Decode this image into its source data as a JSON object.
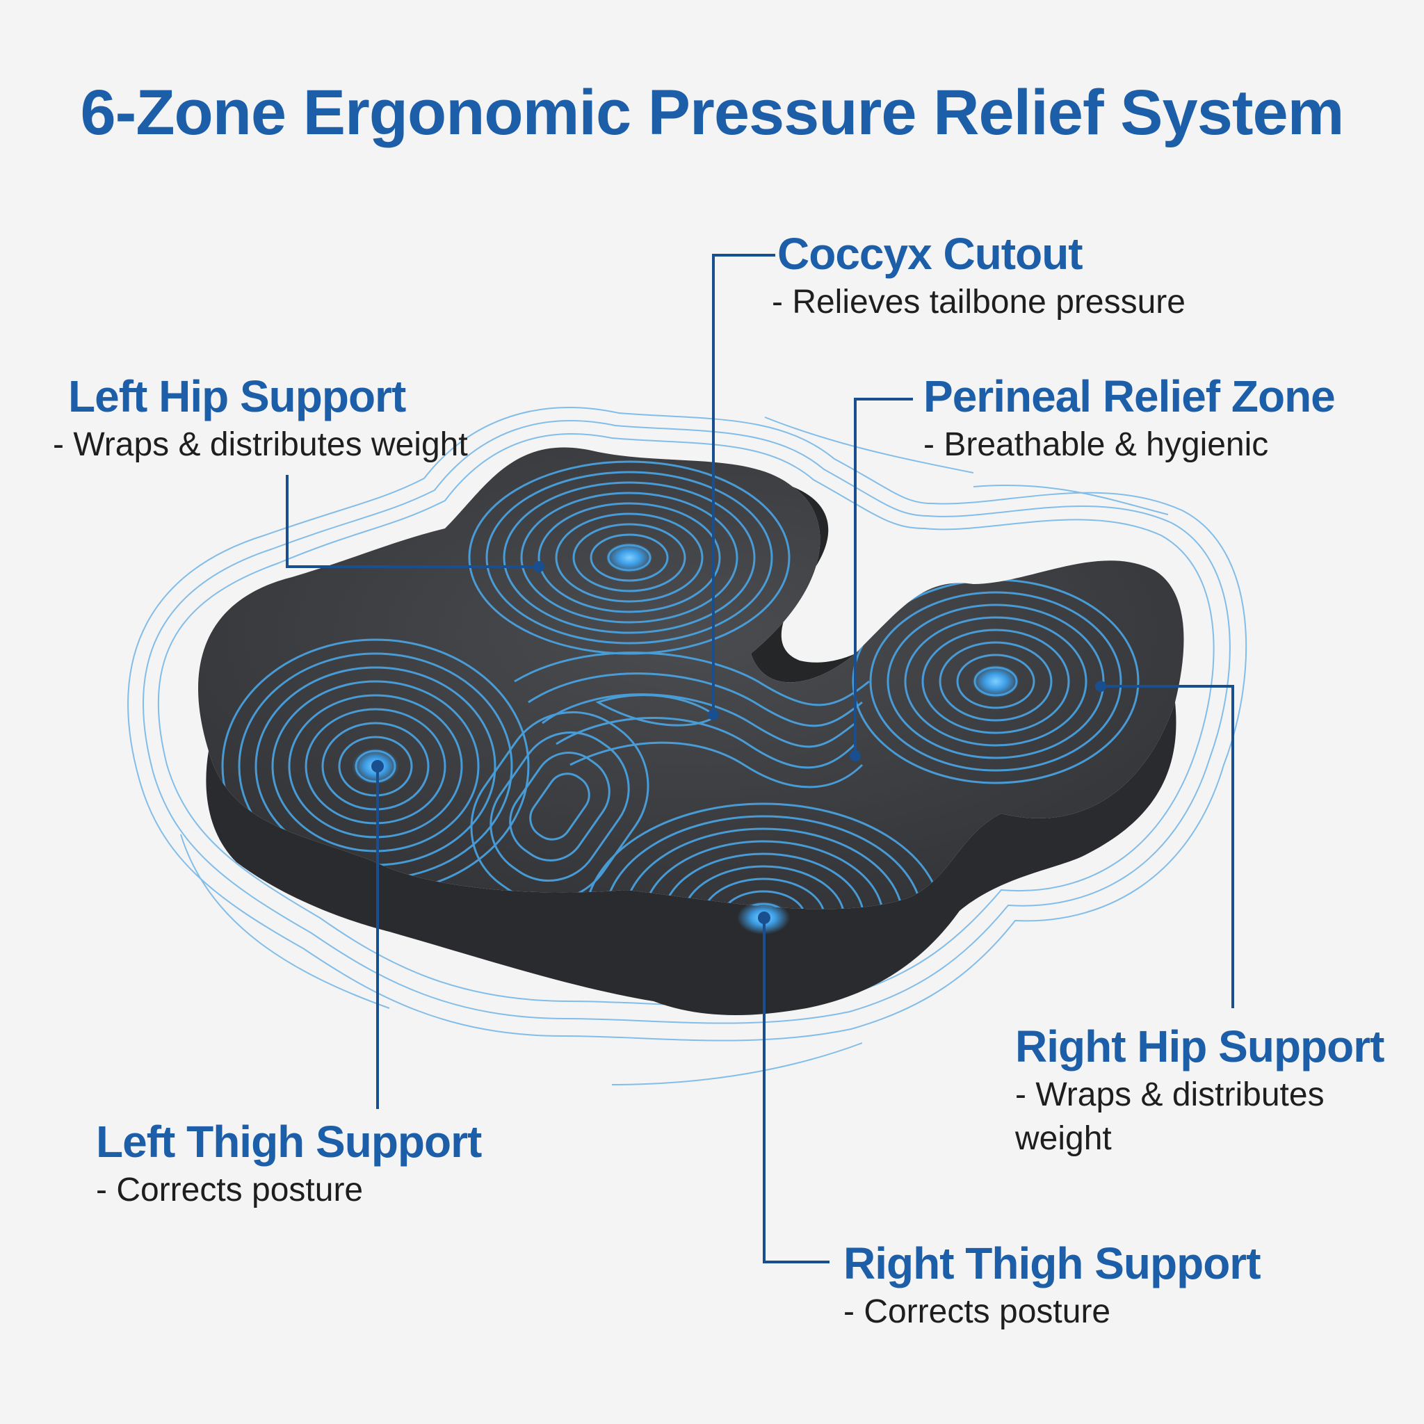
{
  "title": "6-Zone Ergonomic Pressure Relief System",
  "colors": {
    "accent": "#1d5ea8",
    "line": "#1a4f8f",
    "contour": "#4aa6e6",
    "cushion": "#3a3b3e"
  },
  "zones": [
    {
      "id": "coccyx",
      "name": "Coccyx Cutout",
      "desc": "- Relieves tailbone pressure"
    },
    {
      "id": "left-hip",
      "name": "Left Hip Support",
      "desc": "- Wraps & distributes weight"
    },
    {
      "id": "perineal",
      "name": "Perineal Relief Zone",
      "desc": "- Breathable & hygienic"
    },
    {
      "id": "right-hip",
      "name": "Right Hip Support",
      "desc": "- Wraps & distributes weight"
    },
    {
      "id": "left-thigh",
      "name": "Left Thigh Support",
      "desc": "- Corrects posture"
    },
    {
      "id": "right-thigh",
      "name": "Right Thigh Support",
      "desc": "- Corrects posture"
    }
  ]
}
